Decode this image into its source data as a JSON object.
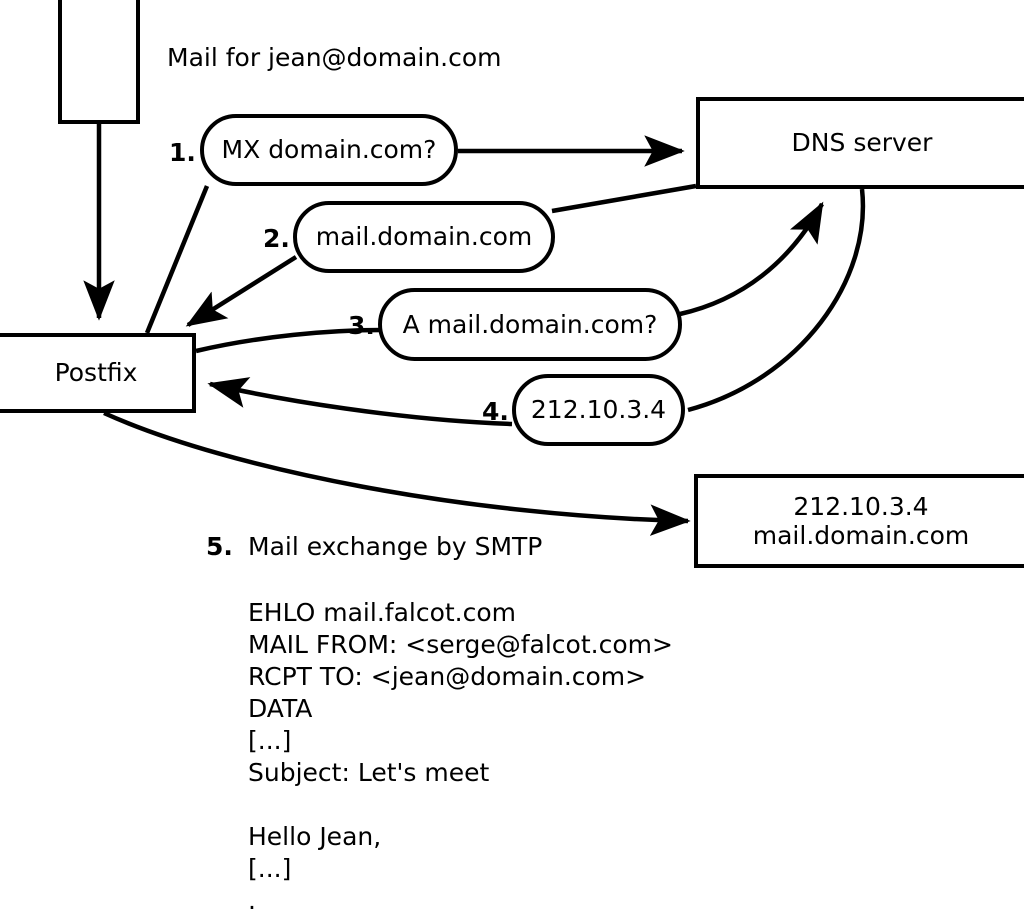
{
  "diagram": {
    "title_label": "Mail for jean@domain.com",
    "nodes": {
      "mailbox": {
        "label": ""
      },
      "postfix": {
        "label": "Postfix"
      },
      "dns_server": {
        "label": "DNS server"
      },
      "target_server": {
        "label": "212.10.3.4\nmail.domain.com"
      }
    },
    "steps": [
      {
        "num": "1.",
        "label": "MX domain.com?"
      },
      {
        "num": "2.",
        "label": "mail.domain.com"
      },
      {
        "num": "3.",
        "label": "A mail.domain.com?"
      },
      {
        "num": "4.",
        "label": "212.10.3.4"
      },
      {
        "num": "5.",
        "label": "Mail exchange by SMTP"
      }
    ],
    "transcript": "EHLO mail.falcot.com\nMAIL FROM: <serge@falcot.com>\nRCPT TO: <jean@domain.com>\nDATA\n[...]\nSubject: Let's meet\n\nHello Jean,\n[...]\n.",
    "colors": {
      "stroke": "#000000",
      "background": "#ffffff",
      "text": "#000000"
    }
  }
}
